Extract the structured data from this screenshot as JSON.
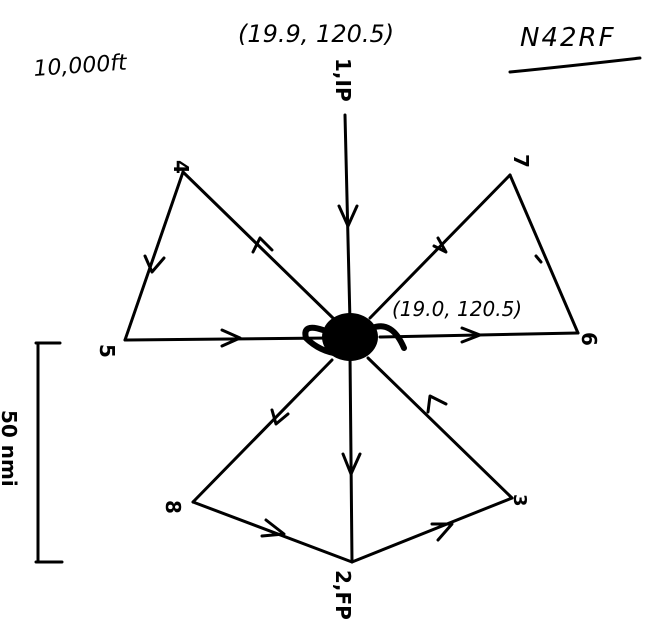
{
  "annotations": {
    "altitude": "10,000ft",
    "aircraft_id": "N42RF",
    "ip_coordinates": "(19.9, 120.5)",
    "center_coordinates": "(19.0, 120.5)"
  },
  "waypoints": {
    "wp1": "1,IP",
    "wp2": "2,FP",
    "wp4": "4",
    "wp5": "5",
    "wp6": "6",
    "wp7": "7",
    "wp8": "8",
    "wp3": "3"
  },
  "scale_bar": {
    "label": "50 nmi"
  },
  "colors": {
    "ink": "#000000",
    "background": "#ffffff"
  }
}
